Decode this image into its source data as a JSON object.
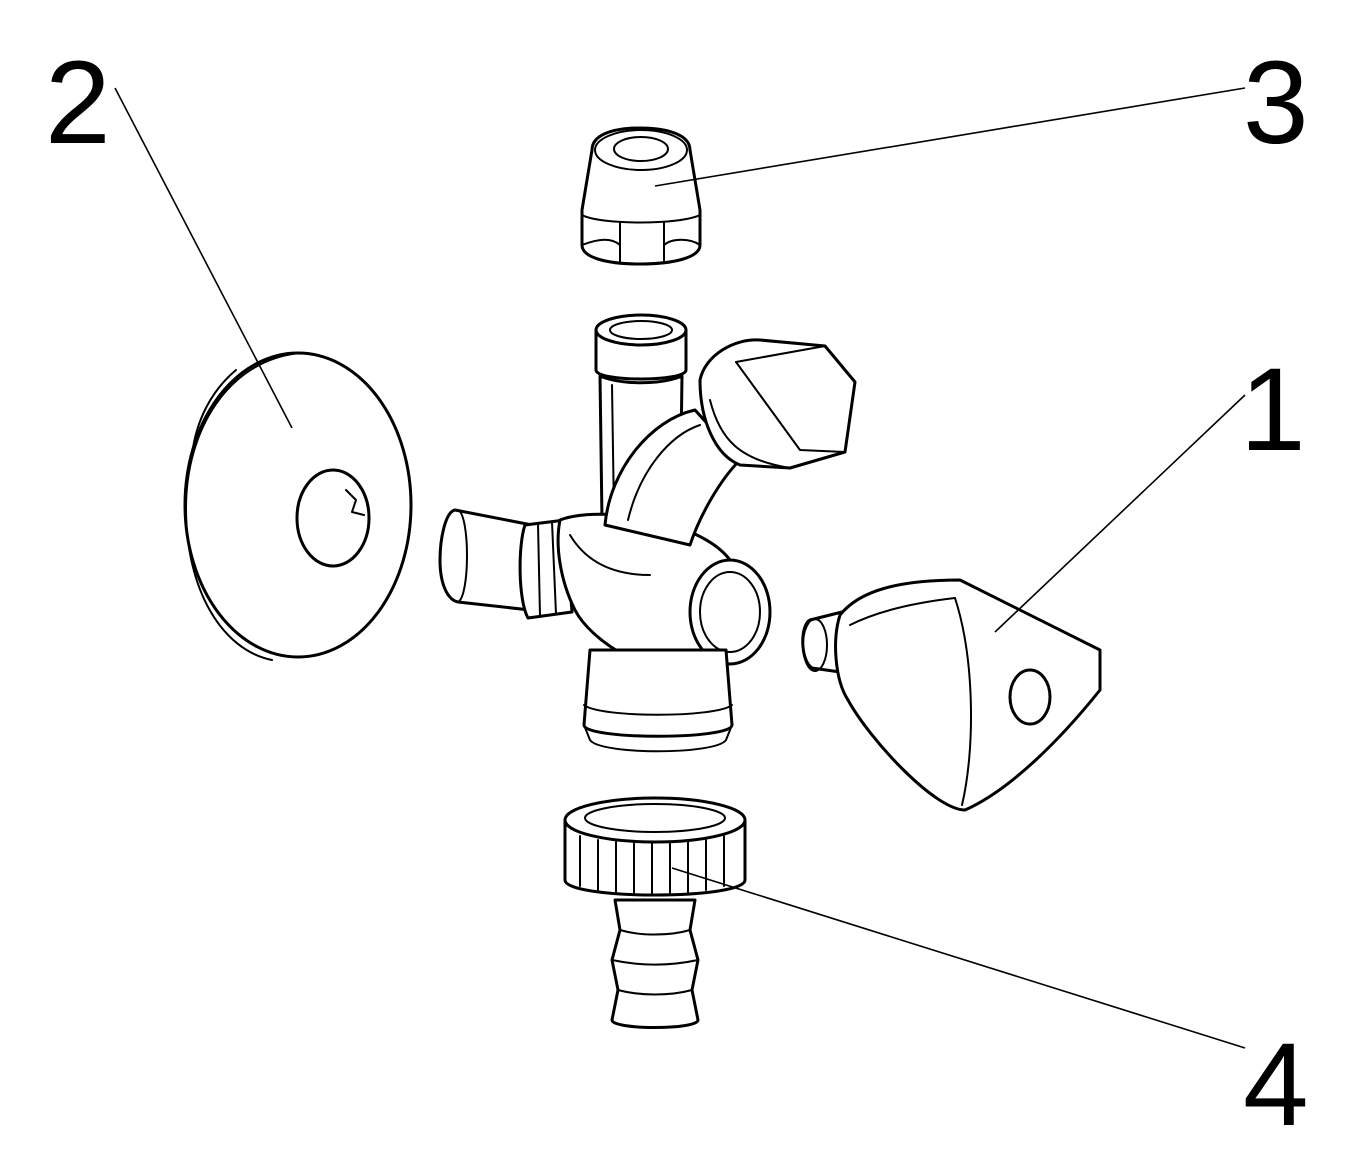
{
  "callouts": [
    {
      "id": "1",
      "text": "1",
      "part": "handle"
    },
    {
      "id": "2",
      "text": "2",
      "part": "wall-rosette"
    },
    {
      "id": "3",
      "text": "3",
      "part": "compression-nut"
    },
    {
      "id": "4",
      "text": "4",
      "part": "hose-connector"
    }
  ],
  "colors": {
    "line": "#000000",
    "background": "#ffffff"
  }
}
